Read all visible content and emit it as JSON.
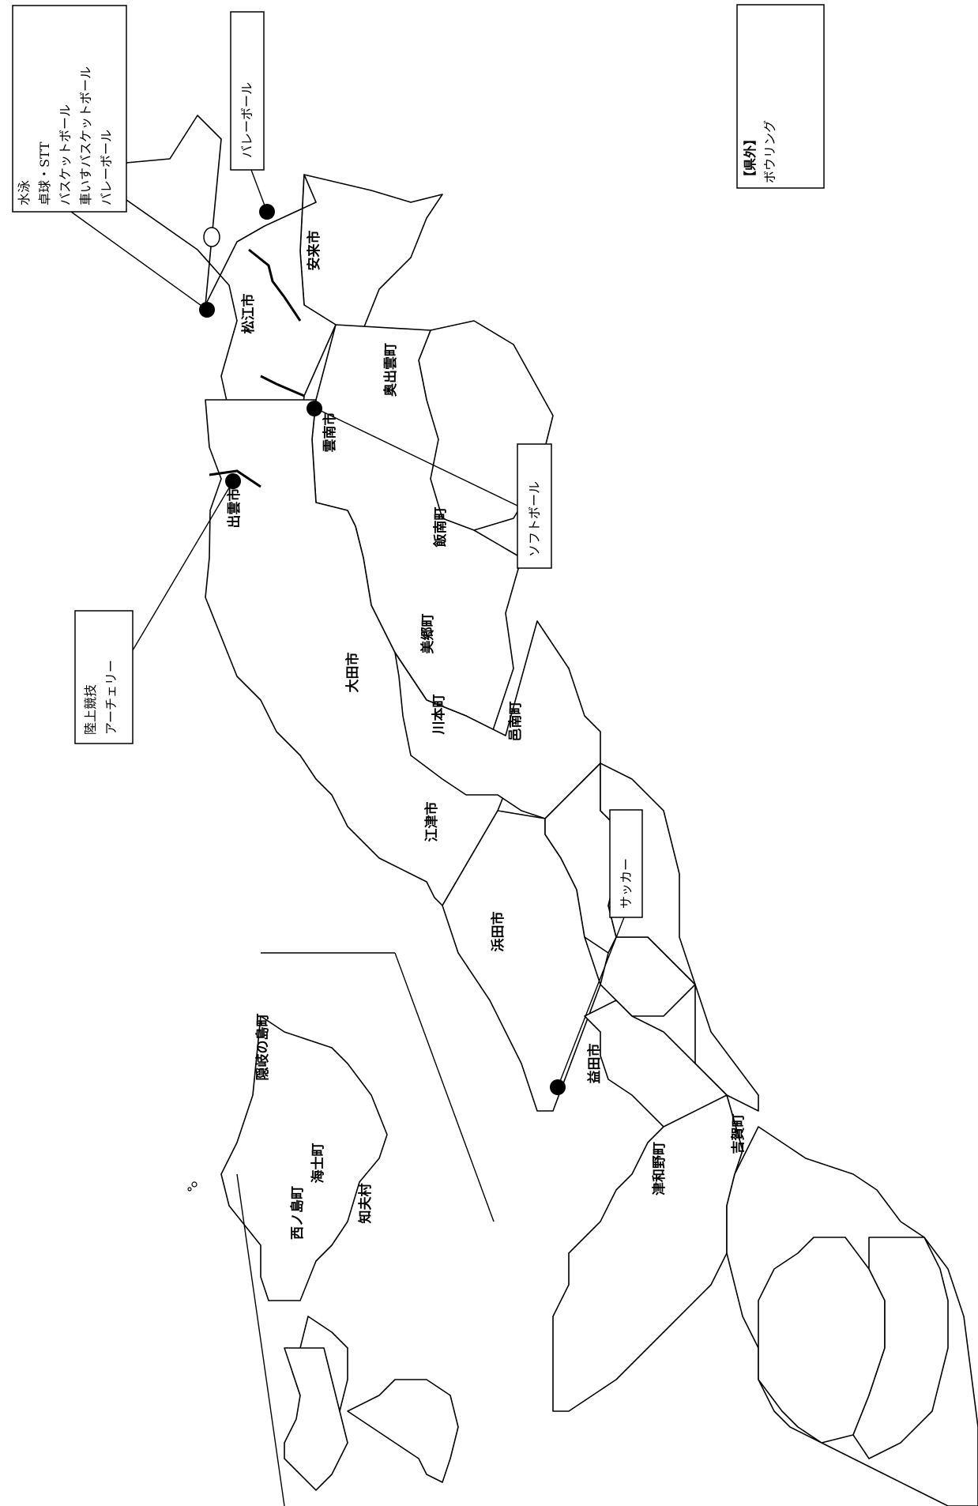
{
  "municipalities": [
    {
      "key": "yasugi",
      "name": "安来市"
    },
    {
      "key": "matsue",
      "name": "松江市"
    },
    {
      "key": "okuizumo",
      "name": "奥出雲町"
    },
    {
      "key": "unnan",
      "name": "雲南市"
    },
    {
      "key": "izumo",
      "name": "出雲市"
    },
    {
      "key": "iinan",
      "name": "飯南町"
    },
    {
      "key": "misato",
      "name": "美郷町"
    },
    {
      "key": "oda",
      "name": "大田市"
    },
    {
      "key": "kawamoto",
      "name": "川本町"
    },
    {
      "key": "onan",
      "name": "邑南町"
    },
    {
      "key": "gotsu",
      "name": "江津市"
    },
    {
      "key": "hamada",
      "name": "浜田市"
    },
    {
      "key": "masuda",
      "name": "益田市"
    },
    {
      "key": "tsuwano",
      "name": "津和野町"
    },
    {
      "key": "yoshika",
      "name": "吉賀町"
    },
    {
      "key": "okinoshima",
      "name": "隠岐の島町"
    },
    {
      "key": "ama",
      "name": "海士町"
    },
    {
      "key": "nishinoshima",
      "name": "西ノ島町"
    },
    {
      "key": "chibu",
      "name": "知夫村"
    }
  ],
  "venues": [
    {
      "key": "matsue",
      "sports": [
        "水泳",
        "卓球・STT",
        "バスケットボール",
        "車いすバスケットボール",
        "バレーボール"
      ]
    },
    {
      "key": "yasugi",
      "sports": [
        "バレーボール"
      ]
    },
    {
      "key": "unnan",
      "sports": [
        "ソフトボール"
      ]
    },
    {
      "key": "izumo",
      "sports": [
        "陸上競技",
        "アーチェリー"
      ]
    },
    {
      "key": "masuda",
      "sports": [
        "サッカー"
      ]
    }
  ],
  "outside_prefecture": {
    "heading": "【県外】",
    "sports": [
      "ボウリング"
    ]
  }
}
